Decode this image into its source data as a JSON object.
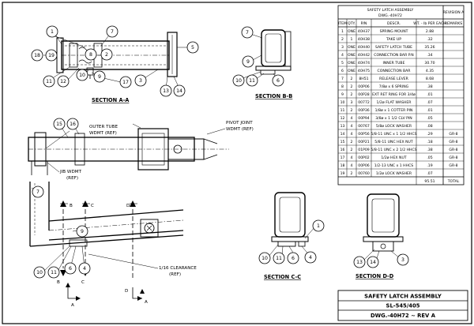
{
  "bom": {
    "title_line1": "SAFETY LATCH ASSEMBLY",
    "title_line2": "DWG.-40H72",
    "revision_header": "REVISION A",
    "remarks_header": "REMARKS",
    "columns": [
      "ITEM",
      "QTY.",
      "P/N",
      "DESCR.",
      "WT. - lb PER EACH"
    ],
    "rows": [
      {
        "item": "1",
        "qty": "ONE",
        "pn": "40H37",
        "descr": "SPRING MOUNT",
        "wt": "2.88",
        "remarks": ""
      },
      {
        "item": "2",
        "qty": "1",
        "pn": "40H38",
        "descr": "TAKE UP",
        "wt": ".32",
        "remarks": ""
      },
      {
        "item": "3",
        "qty": "ONE",
        "pn": "40H40",
        "descr": "SAFETY LATCH TUBE",
        "wt": "35.26",
        "remarks": ""
      },
      {
        "item": "4",
        "qty": "ONE",
        "pn": "40H42",
        "descr": "CONNECTION BAR P.N",
        "wt": ".34",
        "remarks": ""
      },
      {
        "item": "5",
        "qty": "ONE",
        "pn": "40H74",
        "descr": "INNER TUBE",
        "wt": "30.70",
        "remarks": ""
      },
      {
        "item": "6",
        "qty": "ONE",
        "pn": "40H75",
        "descr": "CONNECTION BAR",
        "wt": "4.35",
        "remarks": ""
      },
      {
        "item": "7",
        "qty": "2",
        "pn": "8H51",
        "descr": "RELEASE LEVER",
        "wt": "8.68",
        "remarks": ""
      },
      {
        "item": "8",
        "qty": "2",
        "pn": "00P06",
        "descr": "7/8ø x 6 SPRING",
        "wt": ".38",
        "remarks": ""
      },
      {
        "item": "9",
        "qty": "2",
        "pn": "00P28",
        "descr": "EXT RET RING FOR 3/4ø",
        "wt": ".01",
        "remarks": ""
      },
      {
        "item": "10",
        "qty": "3",
        "pn": "00772",
        "descr": "1/2ø FLAT WASHER",
        "wt": ".07",
        "remarks": ""
      },
      {
        "item": "11",
        "qty": "2",
        "pn": "00P36",
        "descr": "1/8ø x 1 COTTER PIN",
        "wt": ".01",
        "remarks": ""
      },
      {
        "item": "12",
        "qty": "4",
        "pn": "00P94",
        "descr": "3/8ø x 1 1/2 CLV PIN",
        "wt": ".05",
        "remarks": ""
      },
      {
        "item": "13",
        "qty": "4",
        "pn": "00767",
        "descr": "5/8ø LOCK WASHER",
        "wt": ".08",
        "remarks": ""
      },
      {
        "item": "14",
        "qty": "4",
        "pn": "00P56",
        "descr": "5/8-11 UNC x 1 1/2 HHCS",
        "wt": ".29",
        "remarks": "GR-8"
      },
      {
        "item": "15",
        "qty": "2",
        "pn": "00P21",
        "descr": "5/8-11 UNC HEX NUT",
        "wt": ".18",
        "remarks": "GR-8"
      },
      {
        "item": "16",
        "qty": "2",
        "pn": "01P09",
        "descr": "5/8-11 UNC x 2 1/2 HHCS",
        "wt": ".38",
        "remarks": "GR-8"
      },
      {
        "item": "17",
        "qty": "4",
        "pn": "00P02",
        "descr": "1/2ø HEX NUT",
        "wt": ".05",
        "remarks": "GR-8"
      },
      {
        "item": "18",
        "qty": "4",
        "pn": "00P06",
        "descr": "1/2-13 UNC x 1 HHCS",
        "wt": ".19",
        "remarks": "GR-8"
      },
      {
        "item": "19",
        "qty": "2",
        "pn": "00760",
        "descr": "1/2ø LOCK WASHER",
        "wt": ".07",
        "remarks": ""
      }
    ],
    "total_value": "95.51",
    "total_label": "TOTAL"
  },
  "title_block": {
    "line1": "SAFETY LATCH ASSEMBLY",
    "line2": "SL-545/405",
    "line3": "DWG.-40H72 ~ REV A"
  },
  "sections": {
    "aa": "SECTION A-A",
    "bb": "SECTION B-B",
    "cc": "SECTION C-C",
    "dd": "SECTION D-D"
  },
  "notes": {
    "outer_tube_1": "OUTER TUBE",
    "outer_tube_2": "WDMT (REF)",
    "pivot_1": "PIVOT JOINT",
    "pivot_2": "WDMT (REF)",
    "jib_1": "JIB WDMT",
    "jib_2": "(REF)",
    "clear_1": "1/16 CLEARANCE",
    "clear_2": "(REF)"
  },
  "section_marks": {
    "a": "A",
    "b": "B",
    "c": "C",
    "d": "D"
  },
  "balloons": {
    "n1": "1",
    "n2": "2",
    "n3": "3",
    "n4": "4",
    "n5": "5",
    "n6": "6",
    "n7": "7",
    "n8": "8",
    "n9": "9",
    "n10": "10",
    "n11": "11",
    "n12": "12",
    "n13": "13",
    "n14": "14",
    "n15": "15",
    "n16": "16",
    "n17": "17",
    "n18": "18",
    "n19": "19"
  }
}
